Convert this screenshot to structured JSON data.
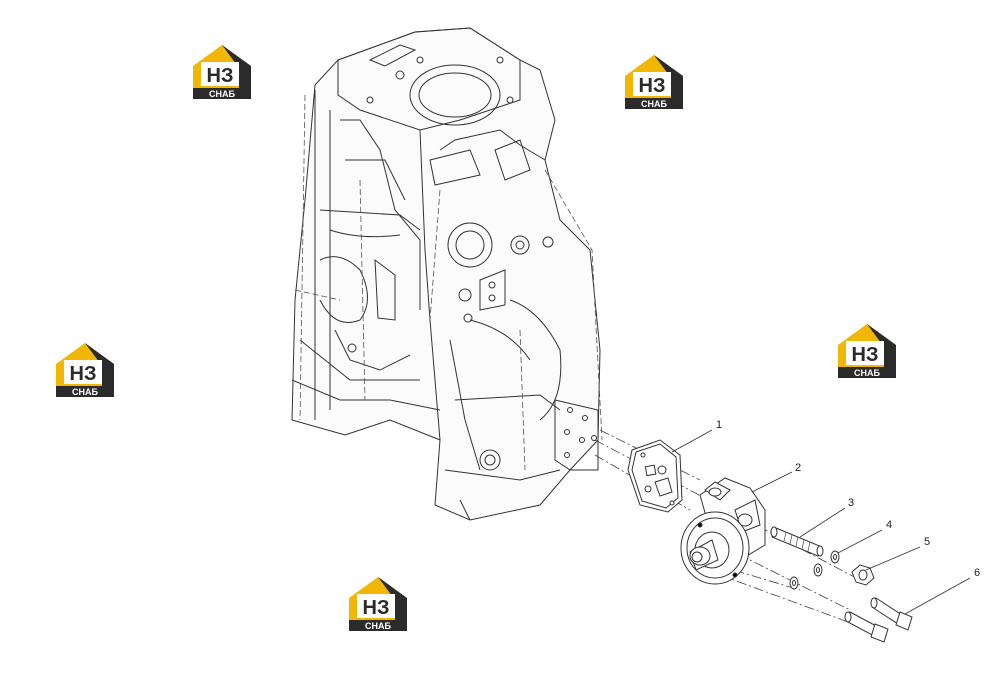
{
  "logo": {
    "letters": "НЗ",
    "word": "СНАБ",
    "accent": "#f2b705",
    "dark": "#2b2b2b"
  },
  "logo_icon": "house-logo-icon",
  "callouts": [
    {
      "id": "1",
      "label": "1"
    },
    {
      "id": "2",
      "label": "2"
    },
    {
      "id": "3",
      "label": "3"
    },
    {
      "id": "4",
      "label": "4"
    },
    {
      "id": "5",
      "label": "5"
    },
    {
      "id": "6",
      "label": "6"
    }
  ],
  "parts": [
    "gasket",
    "oil-filter-adapter",
    "stud",
    "lock-washer",
    "nut",
    "bolt"
  ],
  "line_color": "#3a3a3a"
}
